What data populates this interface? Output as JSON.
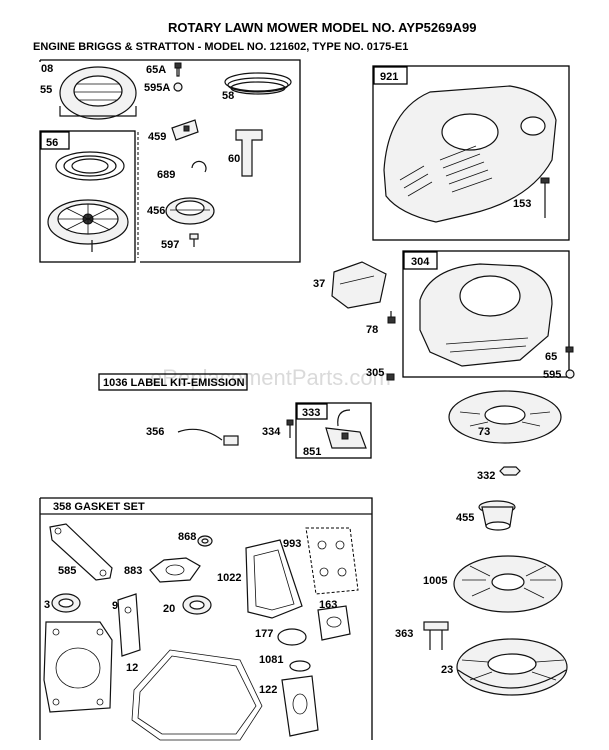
{
  "header": {
    "title": "ROTARY LAWN MOWER MODEL NO. AYP5269A99",
    "subtitle": "ENGINE BRIGGS & STRATTON - MODEL NO. 121602, TYPE NO. 0175-E1"
  },
  "watermark": "eReplacementParts.com",
  "callouts": {
    "p08": "08",
    "p55": "55",
    "p65a": "65A",
    "p595a": "595A",
    "p58": "58",
    "p56": "56",
    "p459": "459",
    "p60": "60",
    "p689": "689",
    "p456": "456",
    "p597": "597",
    "p921": "921",
    "p153": "153",
    "p37": "37",
    "p304": "304",
    "p78": "78",
    "p305": "305",
    "p65": "65",
    "p595": "595",
    "label_kit": "1036 LABEL KIT-EMISSION",
    "p356": "356",
    "p334": "334",
    "p333": "333",
    "p851": "851",
    "p73": "73",
    "p332": "332",
    "p455": "455",
    "p1005": "1005",
    "p363": "363",
    "p23": "23",
    "gasket_set": "358 GASKET SET",
    "p585": "585",
    "p868": "868",
    "p883": "883",
    "p993": "993",
    "p1022": "1022",
    "p3": "3",
    "p9": "9",
    "p20": "20",
    "p163": "163",
    "p177": "177",
    "p12": "12",
    "p1081": "1081",
    "p122": "122"
  }
}
